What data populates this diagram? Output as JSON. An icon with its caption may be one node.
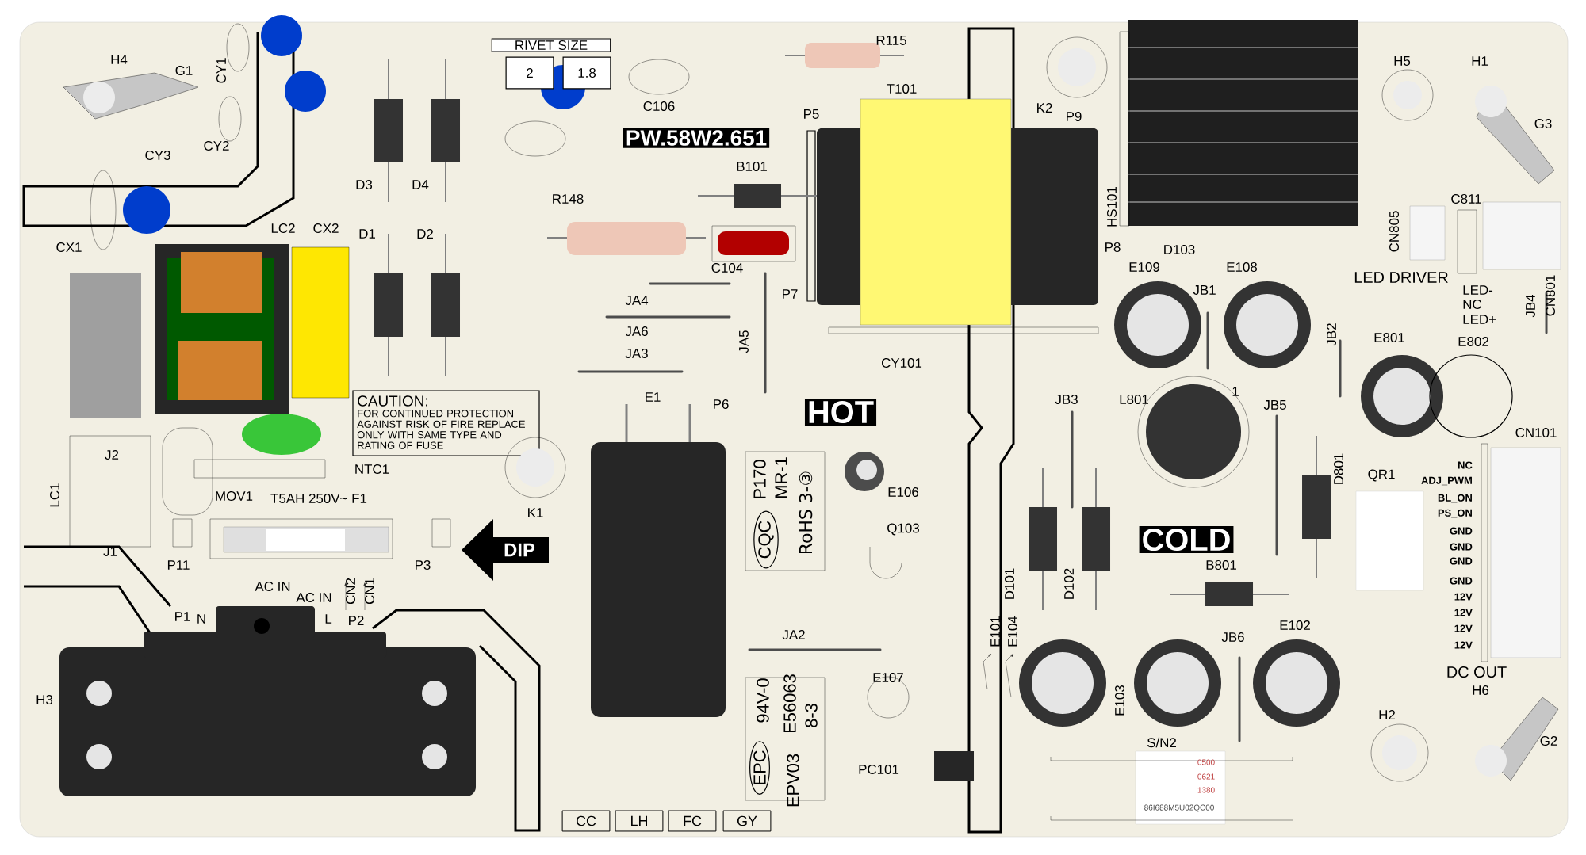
{
  "diagram": {
    "labels": [
      "H4",
      "G1",
      "CY1",
      "RIVET SIZE",
      "2",
      "1.8",
      "R115",
      "H5",
      "H1",
      "T101",
      "C106",
      "K2",
      "P5",
      "P9",
      "G3",
      "PW.58W2.651",
      "CY2",
      "CY3",
      "B101",
      "D3",
      "D4",
      "R148",
      "C811",
      "HS101",
      "LC2",
      "CX2",
      "CN805",
      "D1",
      "D2",
      "CX1",
      "P8",
      "D103",
      "C104",
      "E109",
      "E108",
      "LED DRIVER",
      "CN801",
      "JA4",
      "P7",
      "JB1",
      "LED-",
      "NC",
      "JB4",
      "LED+",
      "JA6",
      "JB2",
      "E801",
      "E802",
      "JA5",
      "JA3",
      "CY101",
      "CAUTION:",
      "FOR CONTINUED PROTECTION AGAINST RISK OF FIRE REPLACE ONLY WITH SAME TYPE AND RATING OF FUSE",
      "E1",
      "JB3",
      "L801",
      "1",
      "P6",
      "JB5",
      "HOT",
      "CN101",
      "J2",
      "NC",
      "NTC1",
      "D801",
      "QR1",
      "P170",
      "MR-1",
      "ADJ_PWM",
      "E106",
      "LC1",
      "MOV1",
      "T5AH 250V~ F1",
      "BL_ON",
      "RoHS 3-③",
      "K1",
      "PS_ON",
      "Q103",
      "GND",
      "CQC",
      "COLD",
      "J1",
      "DIP",
      "GND",
      "P11",
      "P3",
      "B801",
      "GND",
      "GND",
      "D101",
      "D102",
      "AC IN",
      "CN2",
      "CN1",
      "AC IN",
      "12V",
      "12V",
      "P1",
      "N",
      "L",
      "P2",
      "E102",
      "12V",
      "E101",
      "E104",
      "JA2",
      "JB6",
      "12V",
      "DC OUT",
      "E107",
      "H6",
      "H3",
      "E103",
      "94V-0",
      "E56063",
      "8-3",
      "H2",
      "S/N2",
      "G2",
      "0500",
      "0621",
      "1380",
      "86I688M5U02QC00",
      "EPC",
      "PC101",
      "EPV03",
      "CC",
      "LH",
      "FC",
      "GY"
    ]
  }
}
